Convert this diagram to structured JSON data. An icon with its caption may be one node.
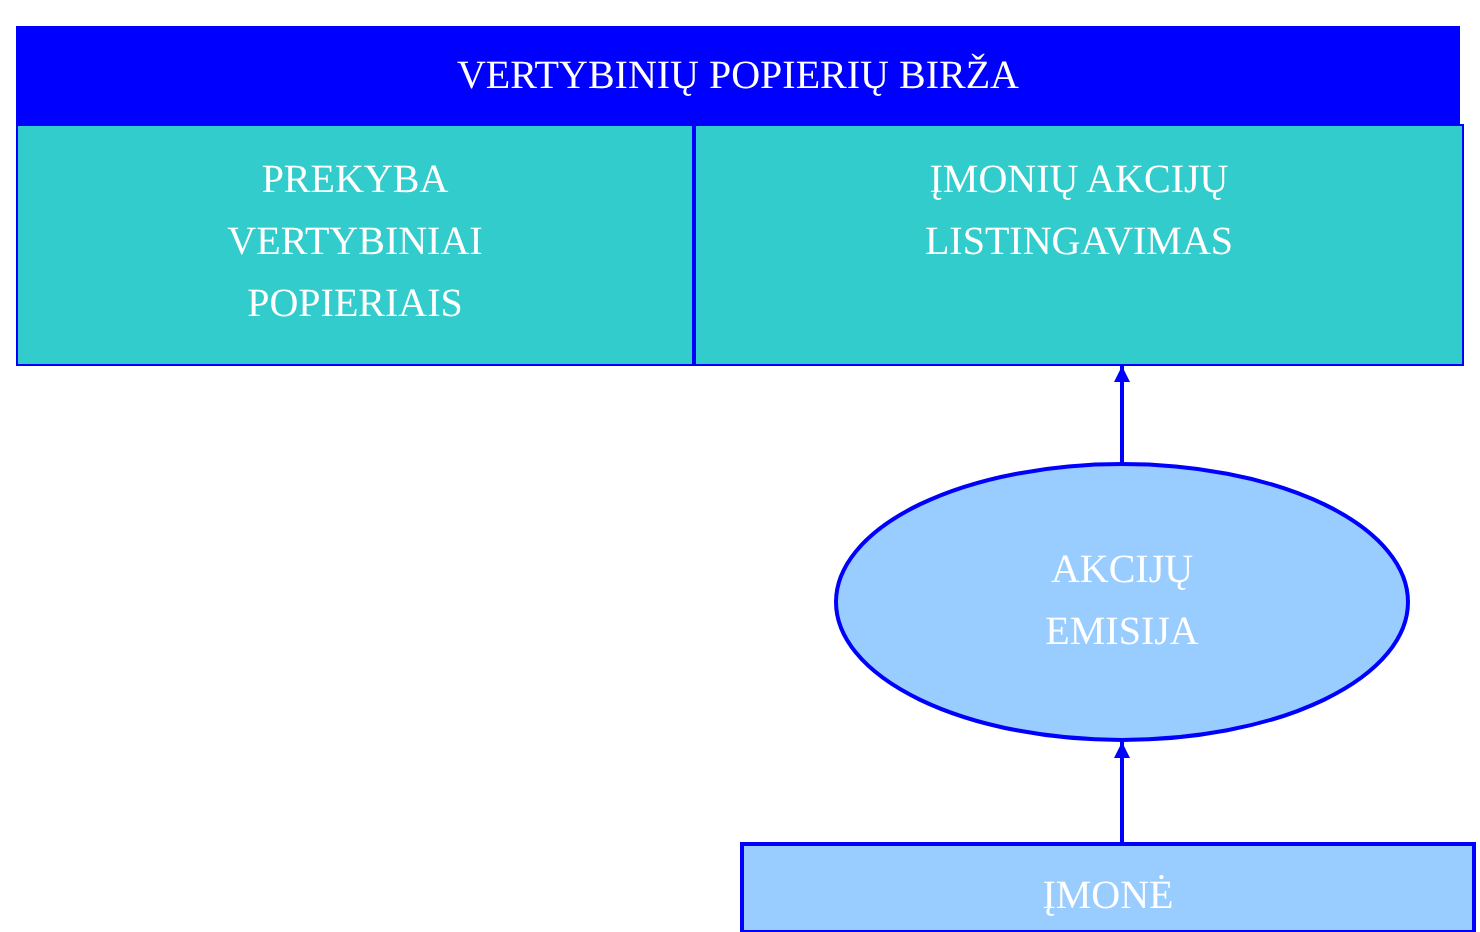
{
  "diagram": {
    "nodes": [
      {
        "text": [
          "VERTYBINIŲ POPIERIŲ BIRŽA"
        ]
      },
      {
        "text": [
          "PREKYBA VERTYBINIAI POPIERIAIS"
        ],
        "in": 0
      },
      {
        "text": [
          "ĮMONIŲ AKCIJŲ LISTINGAVIMAS"
        ],
        "in": 0
      },
      {
        "text": [
          "AKCIJŲ EMISIJA"
        ]
      },
      {
        "text": [
          "ĮMONĖ"
        ]
      }
    ],
    "edges": [
      {
        "from": 4,
        "to": 3,
        "arrow": "to"
      },
      {
        "from": 3,
        "to": 2,
        "arrow": "to"
      }
    ]
  }
}
